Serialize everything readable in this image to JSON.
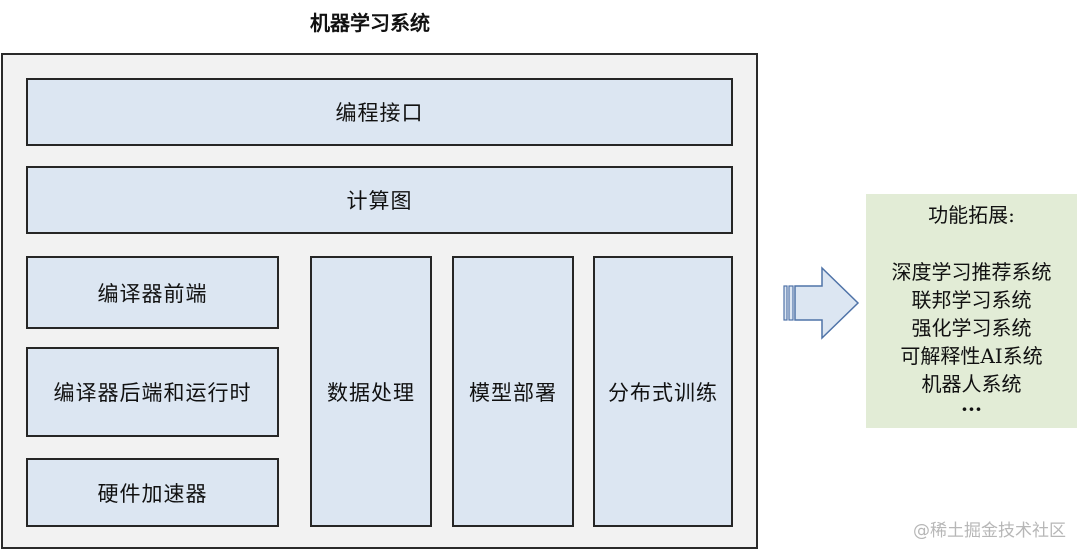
{
  "diagram": {
    "title": "机器学习系统",
    "layers": {
      "programming_interface": "编程接口",
      "computation_graph": "计算图",
      "compiler_frontend": "编译器前端",
      "compiler_backend_runtime": "编译器后端和运行时",
      "hardware_accelerator": "硬件加速器",
      "data_processing": "数据处理",
      "model_deployment": "模型部署",
      "distributed_training": "分布式训练"
    },
    "extensions": {
      "heading": "功能拓展:",
      "items": [
        "深度学习推荐系统",
        "联邦学习系统",
        "强化学习系统",
        "可解释性AI系统",
        "机器人系统",
        "···"
      ]
    },
    "colors": {
      "module_fill": "#dce6f2",
      "frame_fill": "#f2f2f2",
      "extension_fill": "#e2ecd6",
      "arrow_fill": "#dce6f2",
      "arrow_stroke": "#4f73a8"
    }
  },
  "watermark": "@稀土掘金技术社区"
}
